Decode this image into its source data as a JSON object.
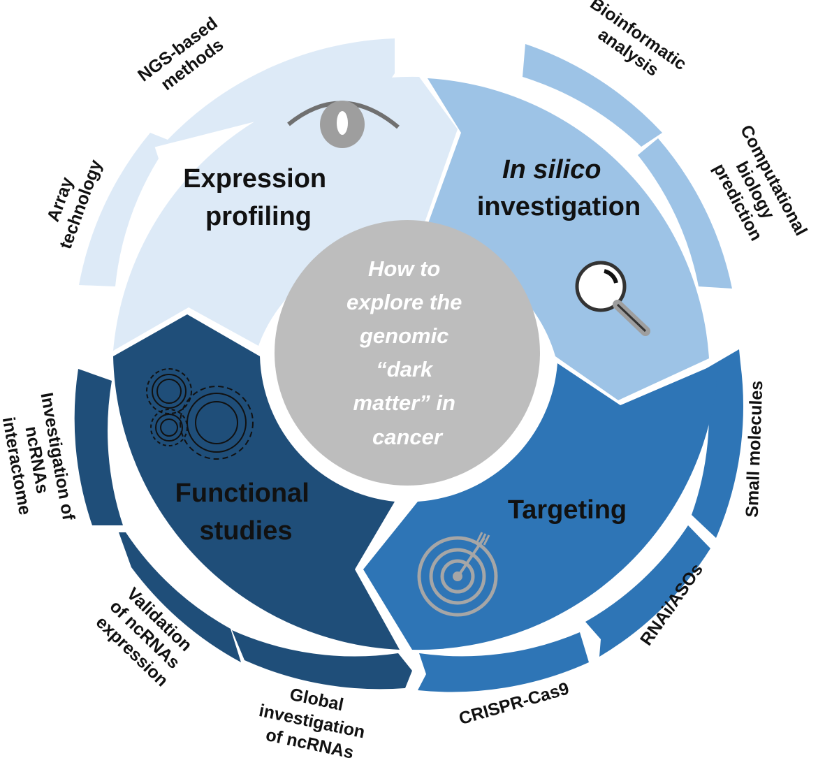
{
  "center": {
    "lines": [
      "How to",
      "explore the",
      "genomic",
      "“dark",
      "matter” in",
      "cancer"
    ],
    "color": "#bdbdbd"
  },
  "quadrants": [
    {
      "id": "expression",
      "title_lines": [
        "Expression",
        "profiling"
      ],
      "icon": "eye-icon",
      "color": "#ddeaf7",
      "ring_color": "#ddeaf7",
      "outer_labels": [
        {
          "lines": [
            "NGS-based",
            "methods"
          ]
        },
        {
          "lines": [
            "Array",
            "technology"
          ]
        }
      ]
    },
    {
      "id": "insilico",
      "title_lines": [
        "In silico",
        "investigation"
      ],
      "icon": "magnifier-icon",
      "color": "#9dc3e6",
      "ring_color": "#9dc3e6",
      "outer_labels": [
        {
          "lines": [
            "Bioinformatic",
            "analysis"
          ]
        },
        {
          "lines": [
            "Computational",
            "biology",
            "prediction"
          ]
        }
      ]
    },
    {
      "id": "targeting",
      "title_lines": [
        "Targeting"
      ],
      "icon": "target-icon",
      "color": "#2e75b6",
      "ring_color": "#2e75b6",
      "outer_labels": [
        {
          "lines": [
            "Small molecules"
          ]
        },
        {
          "lines": [
            "RNAi/ASOs"
          ]
        },
        {
          "lines": [
            "CRISPR-Cas9"
          ]
        }
      ]
    },
    {
      "id": "functional",
      "title_lines": [
        "Functional",
        "studies"
      ],
      "icon": "gears-icon",
      "color": "#1f4e79",
      "ring_color": "#1f4e79",
      "outer_labels": [
        {
          "lines": [
            "Global",
            "investigation",
            "of ncRNAs"
          ]
        },
        {
          "lines": [
            "Validation",
            "of ncRNAs",
            "expression"
          ]
        },
        {
          "lines": [
            "Investigation of",
            "ncRNAs",
            "interactome"
          ]
        }
      ]
    }
  ]
}
